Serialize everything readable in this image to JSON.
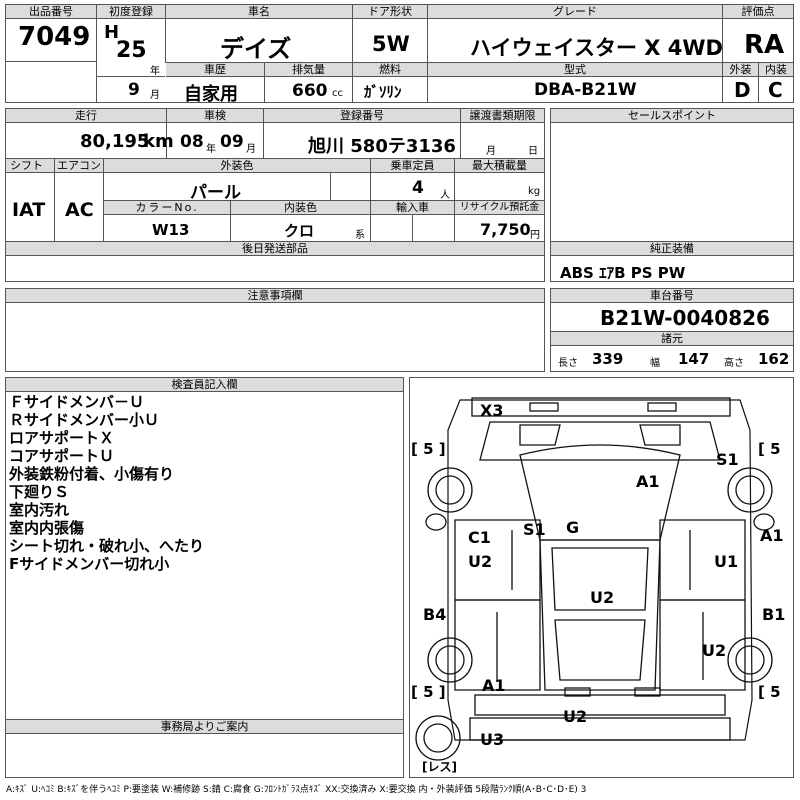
{
  "header": {
    "lot_no_label": "出品番号",
    "lot_no": "7049",
    "first_reg_label": "初度登録",
    "era": "H",
    "year": "25",
    "year_unit": "年",
    "month": "9",
    "month_unit": "月",
    "car_name_label": "車名",
    "car_name": "デイズ",
    "door_label": "ドア形状",
    "door": "5W",
    "grade_label": "グレード",
    "grade": "ハイウェイスター X 4WD",
    "score_label": "評価点",
    "score": "RA",
    "history_label": "車歴",
    "history": "自家用",
    "displacement_label": "排気量",
    "displacement": "660",
    "displacement_unit": "cc",
    "fuel_label": "燃料",
    "fuel": "ｶﾞｿﾘﾝ",
    "model_label": "型式",
    "model": "DBA-B21W",
    "ext_label": "外装",
    "ext_grade": "D",
    "int_label": "内装",
    "int_grade": "C"
  },
  "row2": {
    "mileage_label": "走行",
    "mileage": "80,195",
    "mileage_unit": "km",
    "inspection_label": "車検",
    "insp_year": "08",
    "insp_year_unit": "年",
    "insp_month": "09",
    "insp_month_unit": "月",
    "reg_no_label": "登録番号",
    "reg_no": "旭川 580テ3136",
    "transfer_label": "譲渡書類期限",
    "transfer_month_unit": "月",
    "transfer_day_unit": "日",
    "shift_label": "シフト",
    "shift": "IAT",
    "ac_label": "エアコン",
    "ac": "AC",
    "color_label": "外装色",
    "color": "パール",
    "capacity_label": "乗車定員",
    "capacity": "4",
    "capacity_unit": "人",
    "load_label": "最大積載量",
    "load_unit": "kg",
    "color_no_label": "カラーNo.",
    "color_no": "W13",
    "int_color_label": "内装色",
    "int_color": "クロ",
    "int_color_unit": "系",
    "import_label": "輸入車",
    "recycle_label": "リサイクル預託金",
    "recycle": "7,750",
    "recycle_unit": "円",
    "rear_parts_label": "後日発送部品"
  },
  "sales_points": {
    "label": "セールスポイント"
  },
  "equipment": {
    "label": "純正装備",
    "value": "ABS ｴｱB PS PW"
  },
  "notes": {
    "label": "注意事項欄"
  },
  "chassis": {
    "label": "車台番号",
    "value": "B21W-0040826",
    "dims_label": "諸元",
    "length_label": "長さ",
    "length": "339",
    "width_label": "幅",
    "width": "147",
    "height_label": "高さ",
    "height": "162"
  },
  "inspector": {
    "label": "検査員記入欄",
    "lines": [
      "Ｆサイドメンバ－Ｕ",
      "Ｒサイドメンバー小Ｕ",
      "ロアサポートＸ",
      "コアサポートＵ",
      "外装鉄粉付着、小傷有り",
      "下廻りＳ",
      "室内汚れ",
      "室内内張傷",
      "シート切れ・破れ小、へたり",
      "Fサイドメンバー切れ小"
    ]
  },
  "office": {
    "label": "事務局よりご案内"
  },
  "diagram": {
    "marks": {
      "x3": "X3",
      "s1_right": "S1",
      "a1_hood": "A1",
      "c1": "C1",
      "s1_mid": "S1",
      "g": "G",
      "a1_right": "A1",
      "u2_left": "U2",
      "u1_right": "U1",
      "u2_center": "U2",
      "b4": "B4",
      "b1": "B1",
      "u2_rear_right": "U2",
      "a1_rear_left": "A1",
      "u2_rear": "U2",
      "u3": "U3"
    },
    "tires": {
      "fl": "[ 5 ]",
      "fr": "[ 5",
      "rl": "[ 5 ]",
      "rr": "[ 5"
    },
    "reverse_label": "[レス]"
  },
  "legend": "A:ｷｽﾞ U:ﾍｺﾐ B:ｷｽﾞを伴うﾍｺﾐ P:要塗装 W:補修跡 S:錆 C:腐食 G:ﾌﾛﾝﾄｶﾞﾗｽ点ｷｽﾞ XX:交換済み X:要交換 内・外装評価 5段階ﾗﾝｸ順(A･B･C･D･E) 3"
}
